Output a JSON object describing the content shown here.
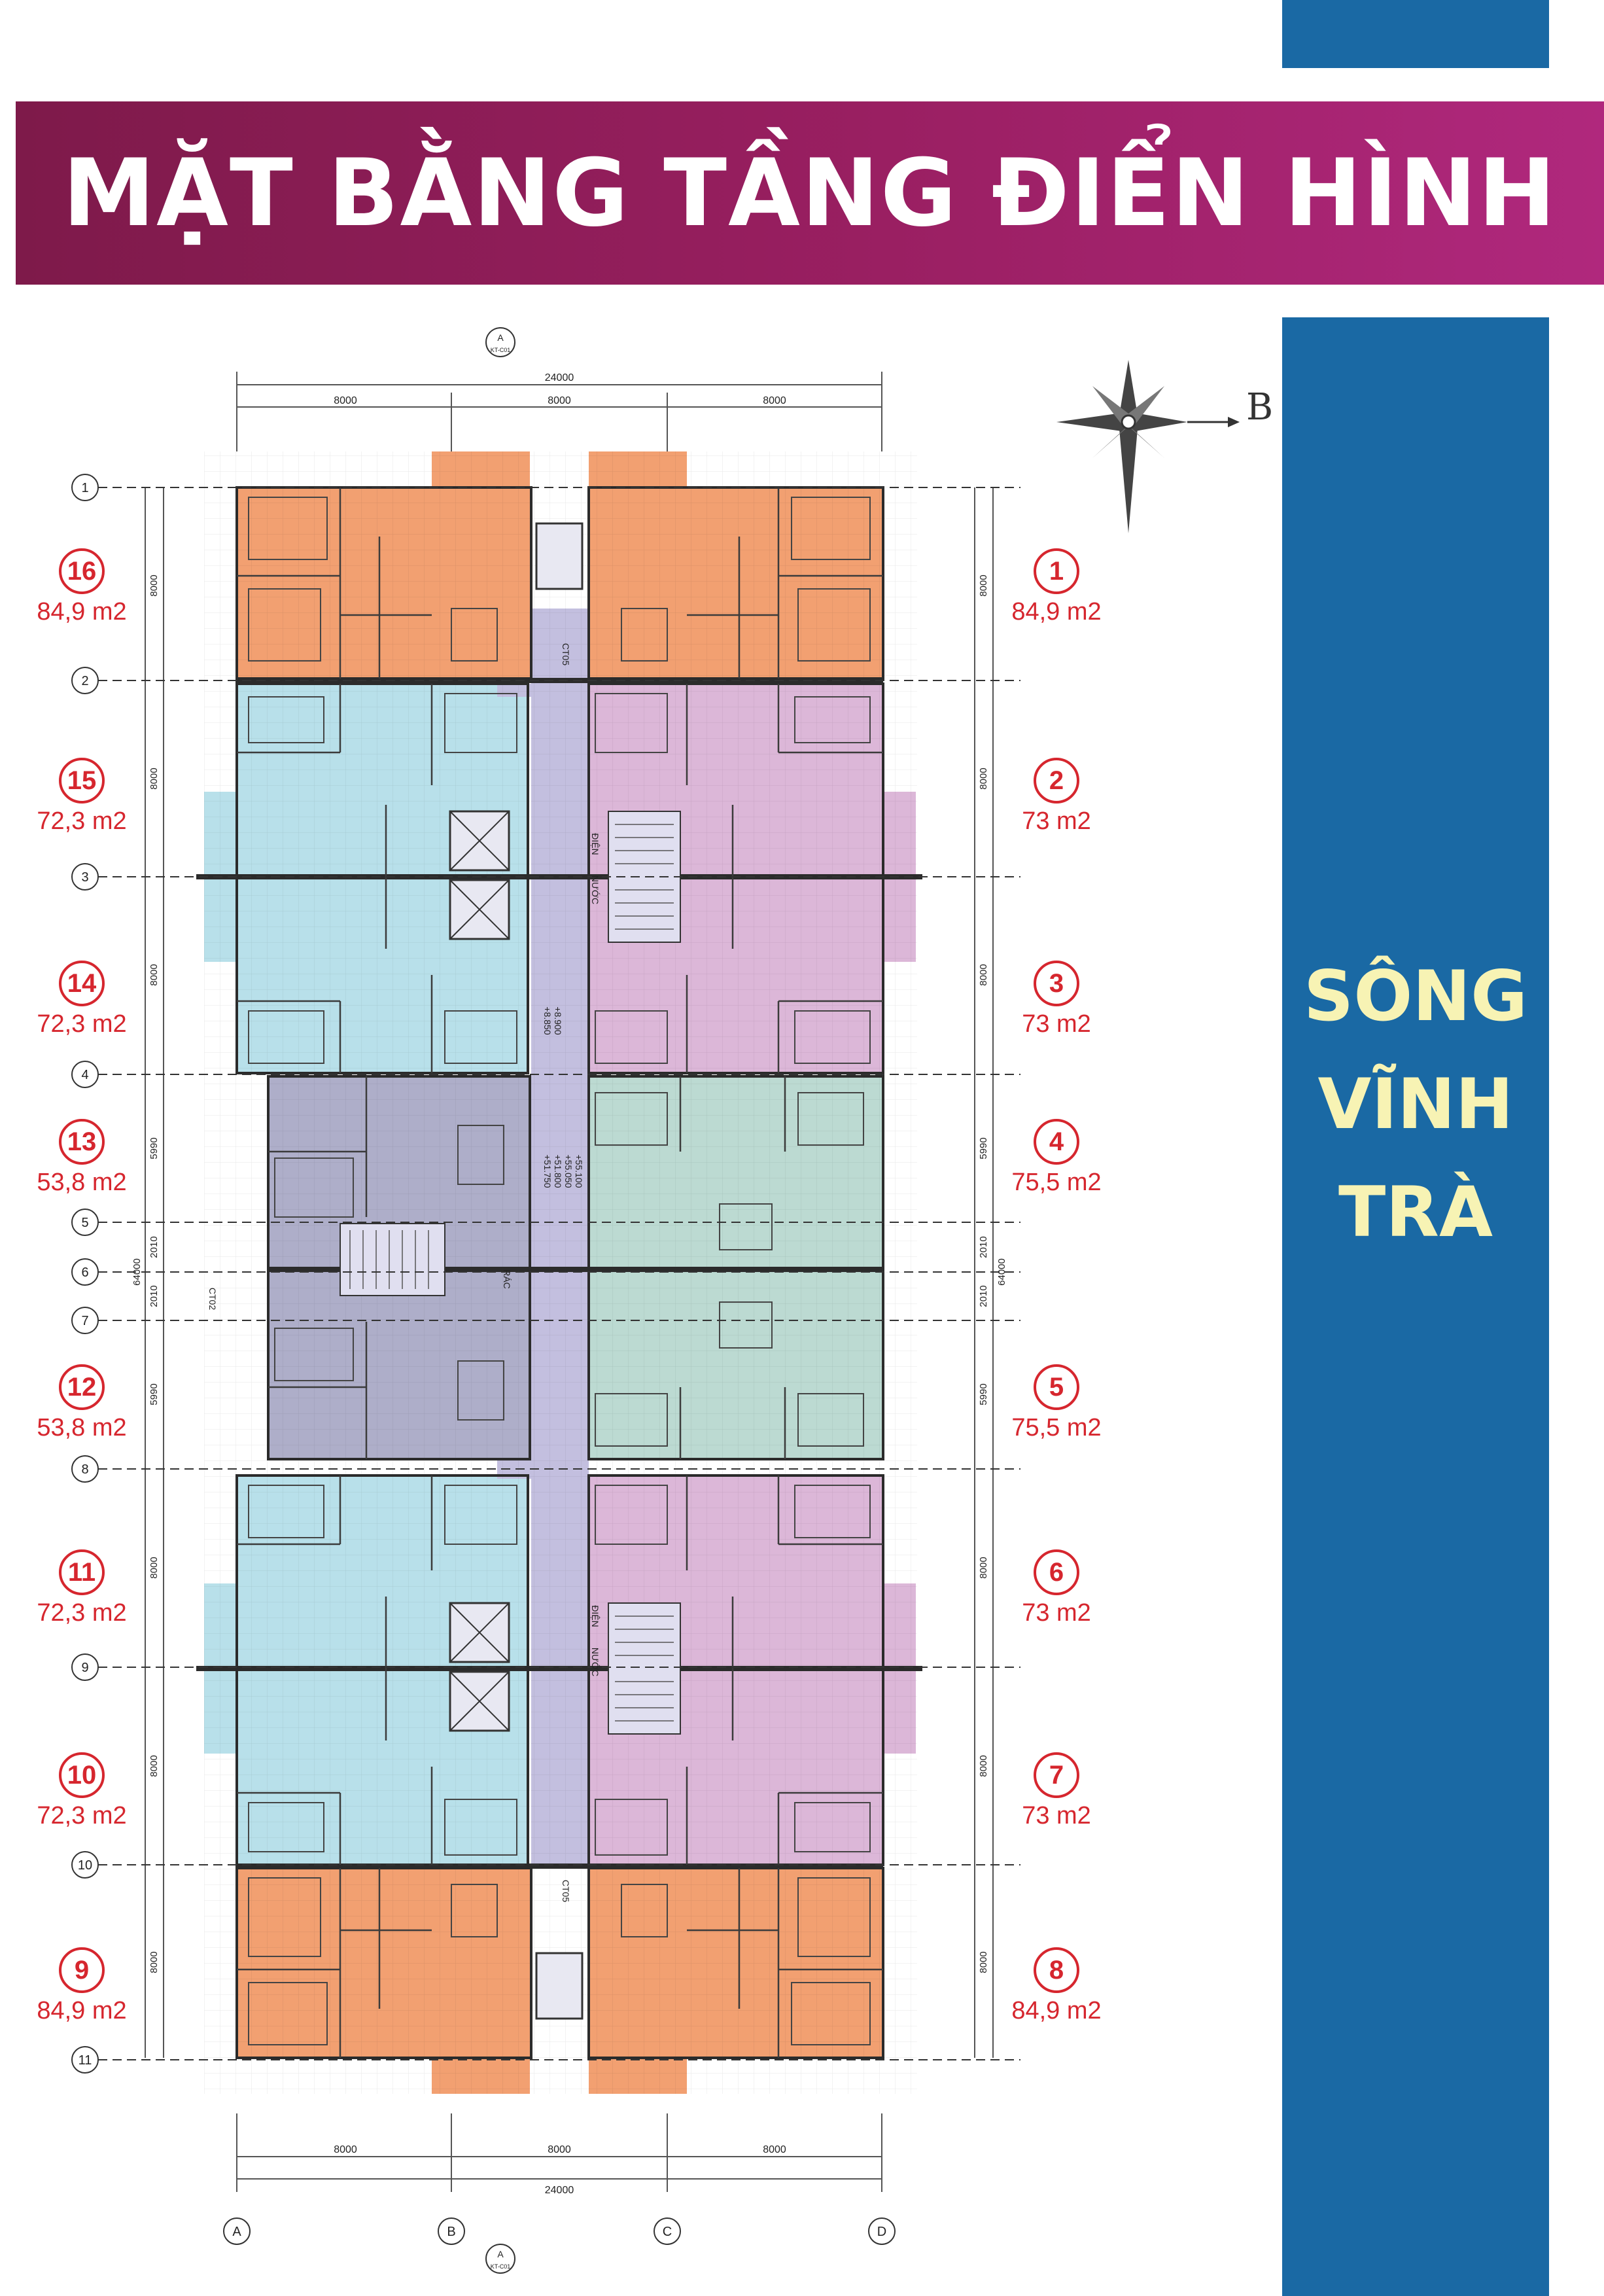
{
  "title": "MẶT BẰNG TẦNG ĐIỂN HÌNH",
  "river": [
    "SÔNG",
    "VĨNH",
    "TRÀ"
  ],
  "compass_label": "B",
  "dimensions": {
    "total_width": "24000",
    "bay_width": "8000",
    "total_height": "64000",
    "row_heights": [
      "8000",
      "8000",
      "8000",
      "5990",
      "2010",
      "2010",
      "5990",
      "8000",
      "8000",
      "8000"
    ]
  },
  "grid_rows": [
    "1",
    "2",
    "3",
    "4",
    "5",
    "6",
    "7",
    "8",
    "9",
    "10",
    "11"
  ],
  "grid_cols": [
    "A",
    "B",
    "C",
    "D"
  ],
  "axis_marker": [
    "A",
    "KT-C01"
  ],
  "units_left": [
    {
      "num": "16",
      "area": "84,9 m2"
    },
    {
      "num": "15",
      "area": "72,3 m2"
    },
    {
      "num": "14",
      "area": "72,3 m2"
    },
    {
      "num": "13",
      "area": "53,8 m2"
    },
    {
      "num": "12",
      "area": "53,8 m2"
    },
    {
      "num": "11",
      "area": "72,3 m2"
    },
    {
      "num": "10",
      "area": "72,3 m2"
    },
    {
      "num": "9",
      "area": "84,9 m2"
    }
  ],
  "units_right": [
    {
      "num": "1",
      "area": "84,9 m2"
    },
    {
      "num": "2",
      "area": "73 m2"
    },
    {
      "num": "3",
      "area": "73 m2"
    },
    {
      "num": "4",
      "area": "75,5 m2"
    },
    {
      "num": "5",
      "area": "75,5 m2"
    },
    {
      "num": "6",
      "area": "73 m2"
    },
    {
      "num": "7",
      "area": "73 m2"
    },
    {
      "num": "8",
      "area": "84,9 m2"
    }
  ],
  "plan_labels": {
    "ct05": "CT05",
    "ct02": "CT02",
    "kt": "KT-C01",
    "dien": "ĐIỆN",
    "nuoc": "NƯỚC",
    "rac": "RÁC",
    "levels_top": [
      "+8.900",
      "+8.850"
    ],
    "levels_bot": [
      "+51.800",
      "+51.750",
      "+55.100",
      "+55.050"
    ]
  },
  "colors": {
    "orange": "#f2a071",
    "blue": "#b8e0ea",
    "pink": "#dcb7d8",
    "gray": "#aeaec9",
    "green": "#bcdad2",
    "corridor": "#c3bfdf",
    "sidebar": "#1a69a4",
    "label_red": "#d6262e"
  }
}
